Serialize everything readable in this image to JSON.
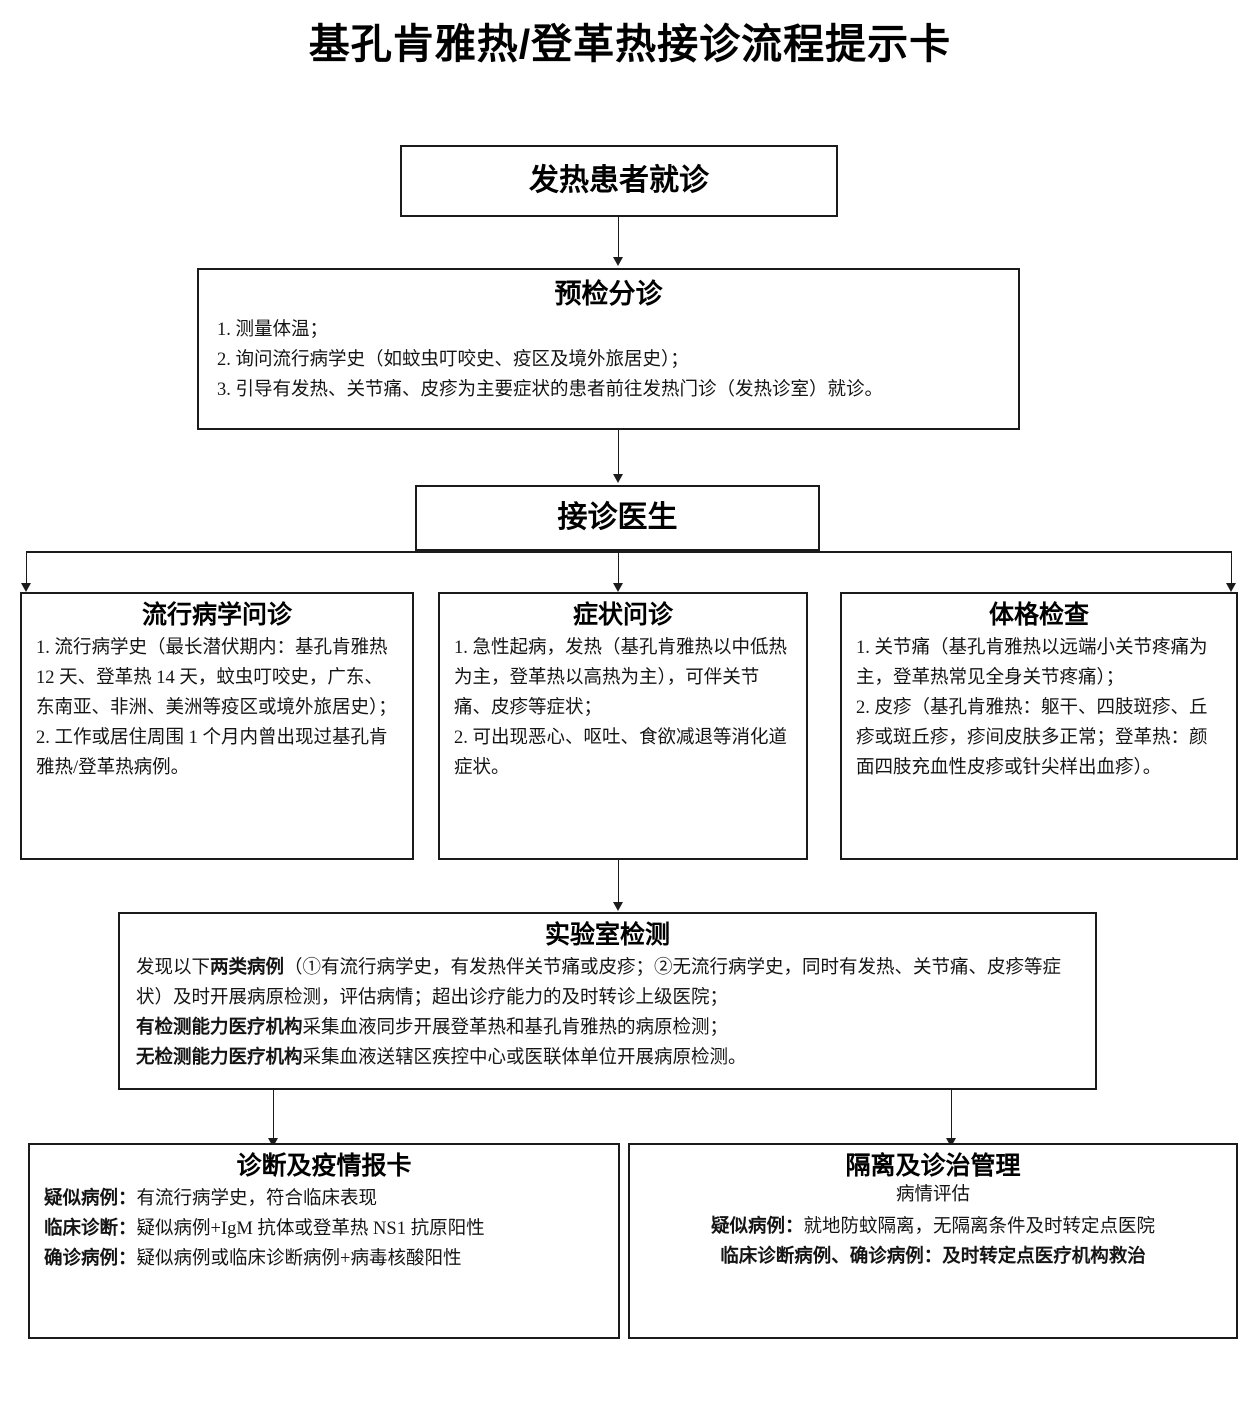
{
  "document": {
    "title": "基孔肯雅热/登革热接诊流程提示卡"
  },
  "flow": {
    "node_patient": {
      "title": "发热患者就诊"
    },
    "node_triage": {
      "title": "预检分诊",
      "lines": [
        "1. 测量体温；",
        "2. 询问流行病学史（如蚊虫叮咬史、疫区及境外旅居史）；",
        "3. 引导有发热、关节痛、皮疹为主要症状的患者前往发热门诊（发热诊室）就诊。"
      ]
    },
    "node_doctor": {
      "title": "接诊医生"
    },
    "node_epi": {
      "title": "流行病学问诊",
      "lines": [
        "1. 流行病学史（最长潜伏期内：基孔肯雅热 12 天、登革热 14 天，蚊虫叮咬史，广东、东南亚、非洲、美洲等疫区或境外旅居史）；",
        "2. 工作或居住周围 1 个月内曾出现过基孔肯雅热/登革热病例。"
      ]
    },
    "node_symptom": {
      "title": "症状问诊",
      "lines": [
        "1. 急性起病，发热（基孔肯雅热以中低热为主，登革热以高热为主），可伴关节痛、皮疹等症状；",
        "2. 可出现恶心、呕吐、食欲减退等消化道症状。"
      ]
    },
    "node_physical": {
      "title": "体格检查",
      "lines": [
        "1. 关节痛（基孔肯雅热以远端小关节疼痛为主，登革热常见全身关节疼痛）；",
        "2. 皮疹（基孔肯雅热：躯干、四肢斑疹、丘疹或斑丘疹，疹间皮肤多正常；登革热：颜面四肢充血性皮疹或针尖样出血疹）。"
      ]
    },
    "node_lab": {
      "title": "实验室检测",
      "para1_pre": "发现以下",
      "para1_bold": "两类病例",
      "para1_post": "（①有流行病学史，有发热伴关节痛或皮疹；②无流行病学史，同时有发热、关节痛、皮疹等症状）及时开展病原检测，评估病情；超出诊疗能力的及时转诊上级医院；",
      "para2_bold": "有检测能力医疗机构",
      "para2_post": "采集血液同步开展登革热和基孔肯雅热的病原检测；",
      "para3_bold": "无检测能力医疗机构",
      "para3_post": "采集血液送辖区疾控中心或医联体单位开展病原检测。"
    },
    "node_report": {
      "title": "诊断及疫情报卡",
      "rows": [
        {
          "label": "疑似病例：",
          "value": "有流行病学史，符合临床表现"
        },
        {
          "label": "临床诊断：",
          "value": "疑似病例+IgM 抗体或登革热 NS1 抗原阳性"
        },
        {
          "label": "确诊病例：",
          "value": "疑似病例或临床诊断病例+病毒核酸阳性"
        }
      ]
    },
    "node_isolation": {
      "title": "隔离及诊治管理",
      "subtitle": "病情评估",
      "row1_label": "疑似病例：",
      "row1_value": "就地防蚊隔离，无隔离条件及时转定点医院",
      "row2_all": "临床诊断病例、确诊病例：及时转定点医疗机构救治"
    }
  },
  "colors": {
    "border": "#1b1b1b",
    "text": "#141414",
    "background": "#ffffff"
  }
}
